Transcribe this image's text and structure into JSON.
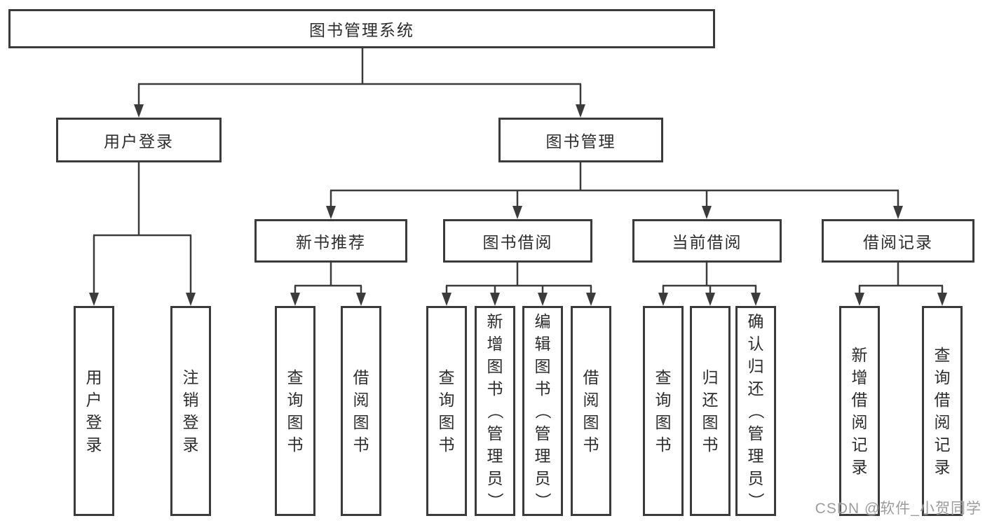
{
  "diagram": {
    "title": "图书管理系统",
    "branches": [
      {
        "label": "用户登录",
        "children": [
          {
            "label": "用户登录"
          },
          {
            "label": "注销登录"
          }
        ]
      },
      {
        "label": "图书管理",
        "children": [
          {
            "label": "新书推荐",
            "children": [
              {
                "label": "查询图书"
              },
              {
                "label": "借阅图书"
              }
            ]
          },
          {
            "label": "图书借阅",
            "children": [
              {
                "label": "查询图书"
              },
              {
                "label": "新增图书（管理员）"
              },
              {
                "label": "编辑图书（管理员）"
              },
              {
                "label": "借阅图书"
              }
            ]
          },
          {
            "label": "当前借阅",
            "children": [
              {
                "label": "查询图书"
              },
              {
                "label": "归还图书"
              },
              {
                "label": "确认归还（管理员）"
              }
            ]
          },
          {
            "label": "借阅记录",
            "children": [
              {
                "label": "新增借阅记录"
              },
              {
                "label": "查询借阅记录"
              }
            ]
          }
        ]
      }
    ],
    "colors": {
      "line": "#3b3b3b",
      "border": "#3b3b3b",
      "text": "#2d2d2d",
      "watermark": "#949494",
      "background": "#ffffff"
    }
  },
  "watermark": {
    "text": "CSDN @软件_小贺同学"
  }
}
